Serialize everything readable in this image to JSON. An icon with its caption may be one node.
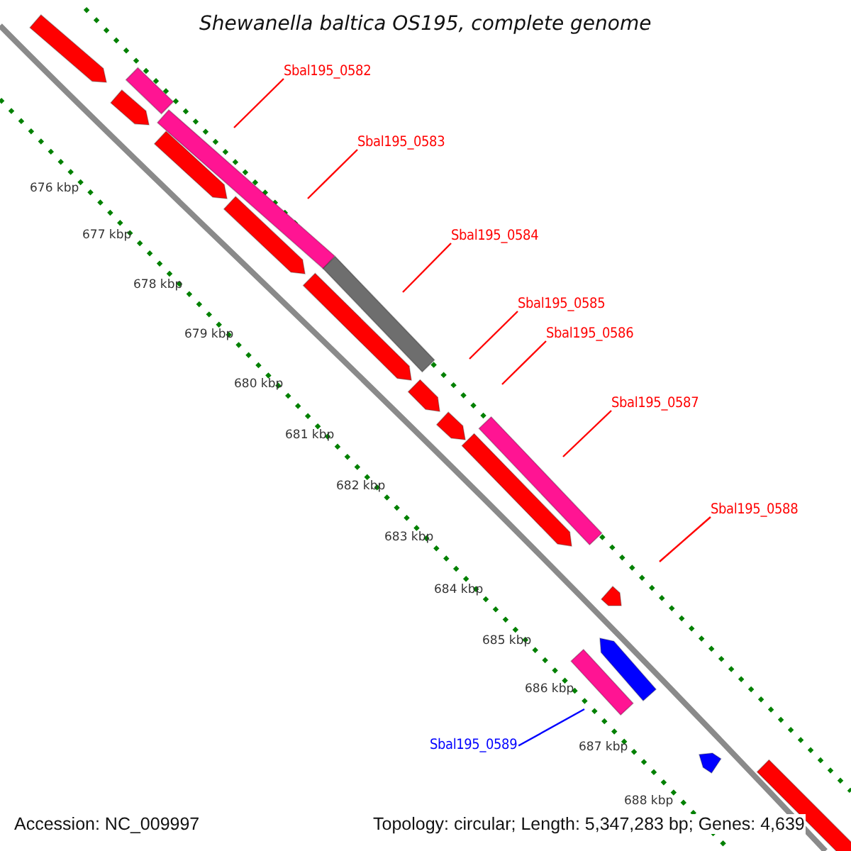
{
  "diagram": {
    "title": "Shewanella baltica OS195, complete genome",
    "nodes": [
      {
        "text": [
          "Sbal195_0582"
        ]
      },
      {
        "text": [
          "Sbal195_0583"
        ]
      },
      {
        "text": [
          "Sbal195_0584"
        ]
      },
      {
        "text": [
          "Sbal195_0585"
        ]
      },
      {
        "text": [
          "Sbal195_0586"
        ]
      },
      {
        "text": [
          "Sbal195_0587"
        ]
      },
      {
        "text": [
          "Sbal195_0588"
        ]
      },
      {
        "text": [
          "Sbal195_0589"
        ]
      }
    ],
    "edges": [
      {
        "from": 0,
        "to": null,
        "arrow": "none"
      },
      {
        "from": 1,
        "to": null,
        "arrow": "none"
      },
      {
        "from": 2,
        "to": null,
        "arrow": "none"
      },
      {
        "from": 3,
        "to": null,
        "arrow": "none"
      },
      {
        "from": 4,
        "to": null,
        "arrow": "none"
      },
      {
        "from": 5,
        "to": null,
        "arrow": "none"
      },
      {
        "from": 6,
        "to": null,
        "arrow": "none"
      },
      {
        "from": 7,
        "to": null,
        "arrow": "none",
        "color": "#0000ff"
      }
    ],
    "labels": [
      "676 kbp",
      "677 kbp",
      "678 kbp",
      "679 kbp",
      "680 kbp",
      "681 kbp",
      "682 kbp",
      "683 kbp",
      "684 kbp",
      "685 kbp",
      "686 kbp",
      "687 kbp",
      "688 kbp",
      "Accession: NC_009997",
      "Topology: circular; Length: 5,347,283 bp; Genes: 4,639"
    ]
  }
}
